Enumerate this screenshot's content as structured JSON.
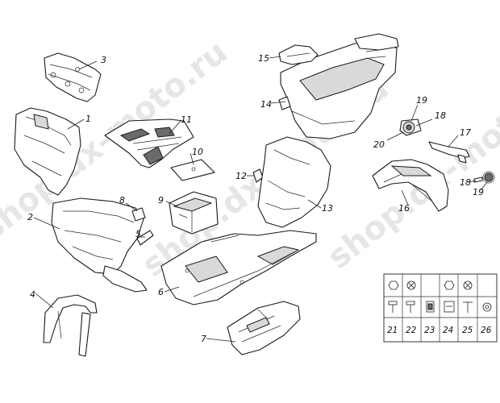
{
  "watermarks": [
    "shop.dx-moto.ru",
    "shop.dx-moto.ru",
    "shop.dx-moto.ru"
  ],
  "callouts": [
    "1",
    "2",
    "3",
    "4",
    "5",
    "6",
    "7",
    "8",
    "9",
    "10",
    "11",
    "12",
    "13",
    "14",
    "15",
    "16",
    "17",
    "18",
    "18",
    "19",
    "19",
    "20"
  ],
  "legend": {
    "numbers": [
      "21",
      "22",
      "23",
      "24",
      "25",
      "26"
    ]
  }
}
